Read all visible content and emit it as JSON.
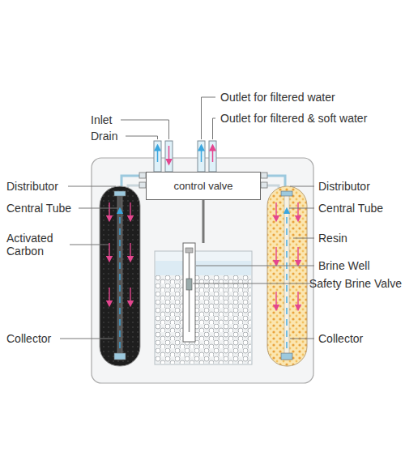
{
  "diagram": {
    "nodes": [
      {
        "text": [
          "control valve"
        ]
      }
    ],
    "labels": [
      "Inlet",
      "Drain",
      "Outlet for filtered water",
      "Outlet for filtered & soft water",
      "Distributor",
      "Central Tube",
      "Activated Carbon",
      "Collector",
      "Distributor",
      "Central Tube",
      "Resin",
      "Brine Well",
      "Safety Brine Valve",
      "Collector"
    ]
  }
}
